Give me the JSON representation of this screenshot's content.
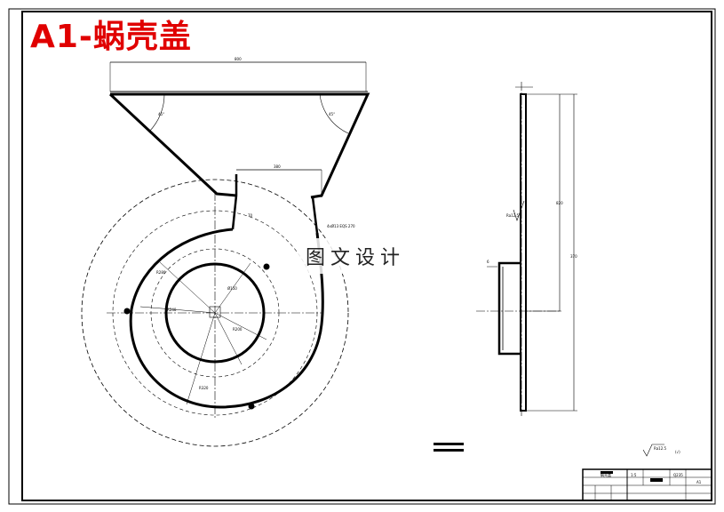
{
  "title": "A1-蜗壳盖",
  "watermark": "图文设计",
  "colors": {
    "title": "#e00000",
    "line": "#000000",
    "background": "#ffffff"
  },
  "dims": {
    "top_width": "800",
    "angle_left": "45°",
    "angle_right": "45°",
    "outlet_width": "380",
    "outlet_depth": "70",
    "note": "4xØ13 EQS 270",
    "side_h1": "820",
    "side_h2": "370",
    "side_thk": "6",
    "ra_side": "Ra12.5",
    "ra_general": "Ra12.5",
    "r_main": "R280",
    "r_inner": "Ø150",
    "r_mid": "R200",
    "r_lower": "R320",
    "r_small": "R240"
  },
  "general_finish_note": "(√)",
  "title_block": {
    "name": "蜗壳盖",
    "scale": "1:5",
    "material": "Q235",
    "sheet": "A1"
  }
}
